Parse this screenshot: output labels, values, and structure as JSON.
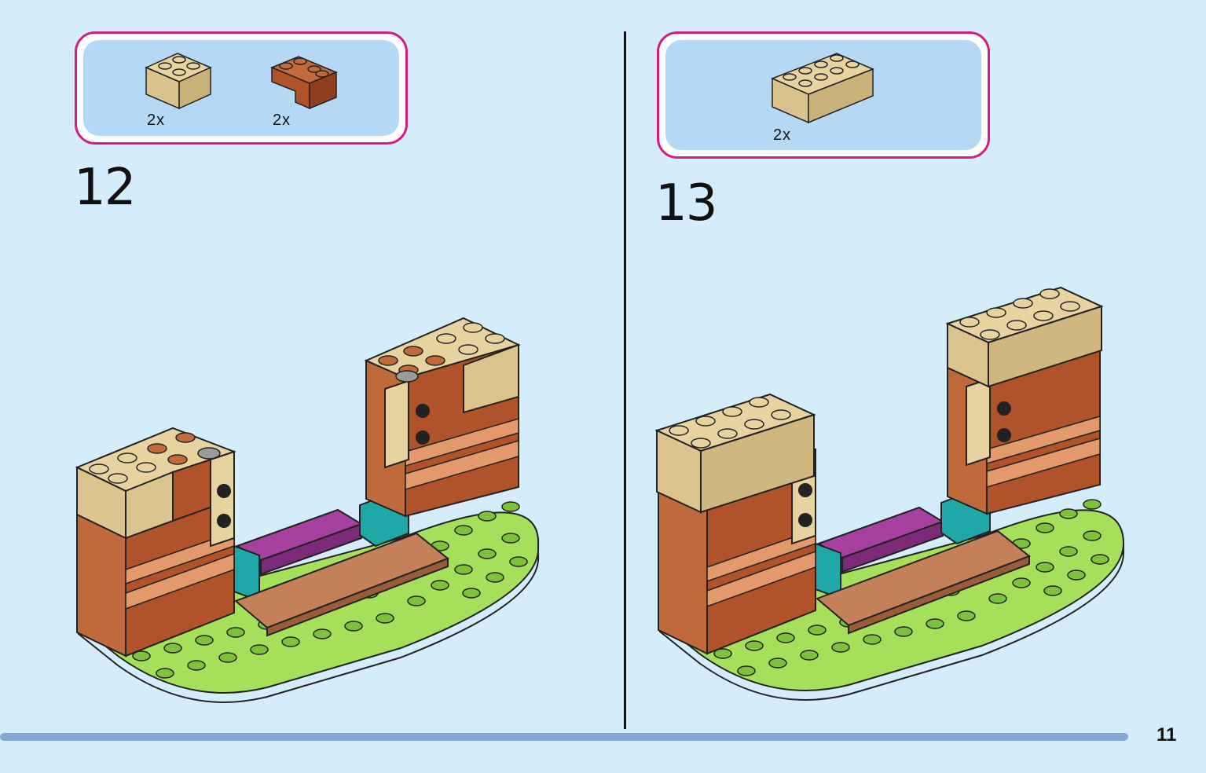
{
  "steps": [
    {
      "number": "12",
      "parts": [
        {
          "icon": "tan-2x2-brick-icon",
          "qty": "2x"
        },
        {
          "icon": "reddish-brown-corner-brick-icon",
          "qty": "2x"
        }
      ]
    },
    {
      "number": "13",
      "parts": [
        {
          "icon": "tan-2x4-brick-icon",
          "qty": "2x"
        }
      ]
    }
  ],
  "page_number": "11",
  "colors": {
    "background": "#d5ecfb",
    "parts_box_border": "#d81b7a",
    "parts_box_fill": "#b5d9f5",
    "progress_bar": "#84a9d9",
    "tan": "#dcc48e",
    "reddish_brown": "#b0532a",
    "lime": "#a6e05a",
    "teal": "#1fa8a8",
    "magenta": "#a5409e"
  }
}
